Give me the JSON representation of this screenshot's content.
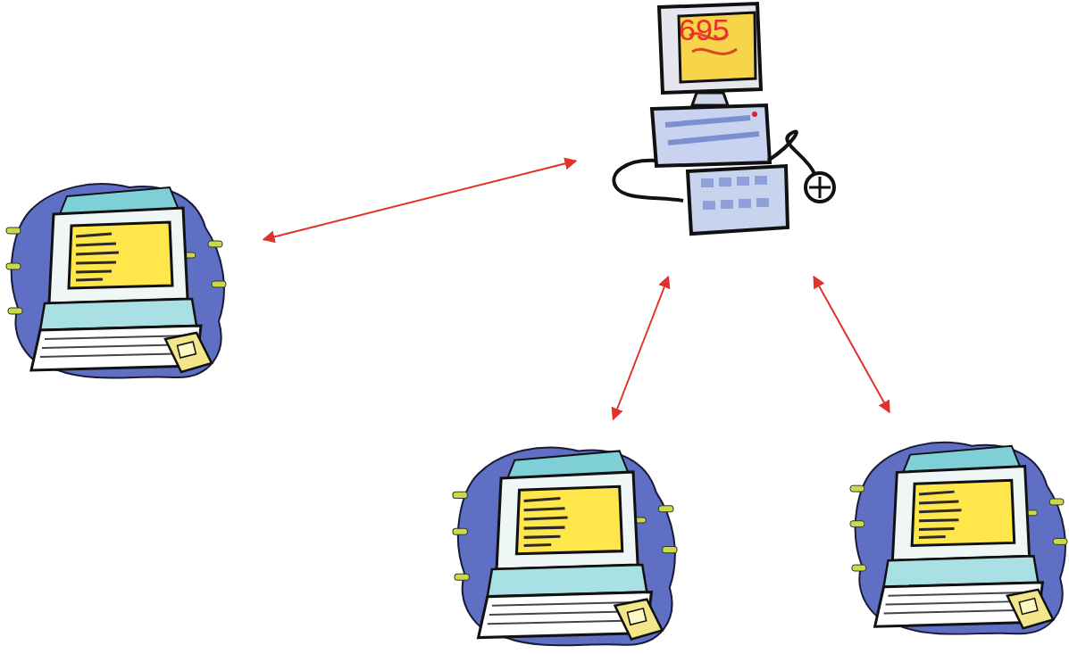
{
  "diagram": {
    "nodes": [
      {
        "text": [
          "695"
        ]
      },
      {
        "text": []
      },
      {
        "text": []
      },
      {
        "text": []
      }
    ],
    "edges": [
      {
        "from": 1,
        "to": 0,
        "arrow": "both"
      },
      {
        "from": 2,
        "to": 0,
        "arrow": "both"
      },
      {
        "from": 3,
        "to": 0,
        "arrow": "both"
      }
    ]
  }
}
